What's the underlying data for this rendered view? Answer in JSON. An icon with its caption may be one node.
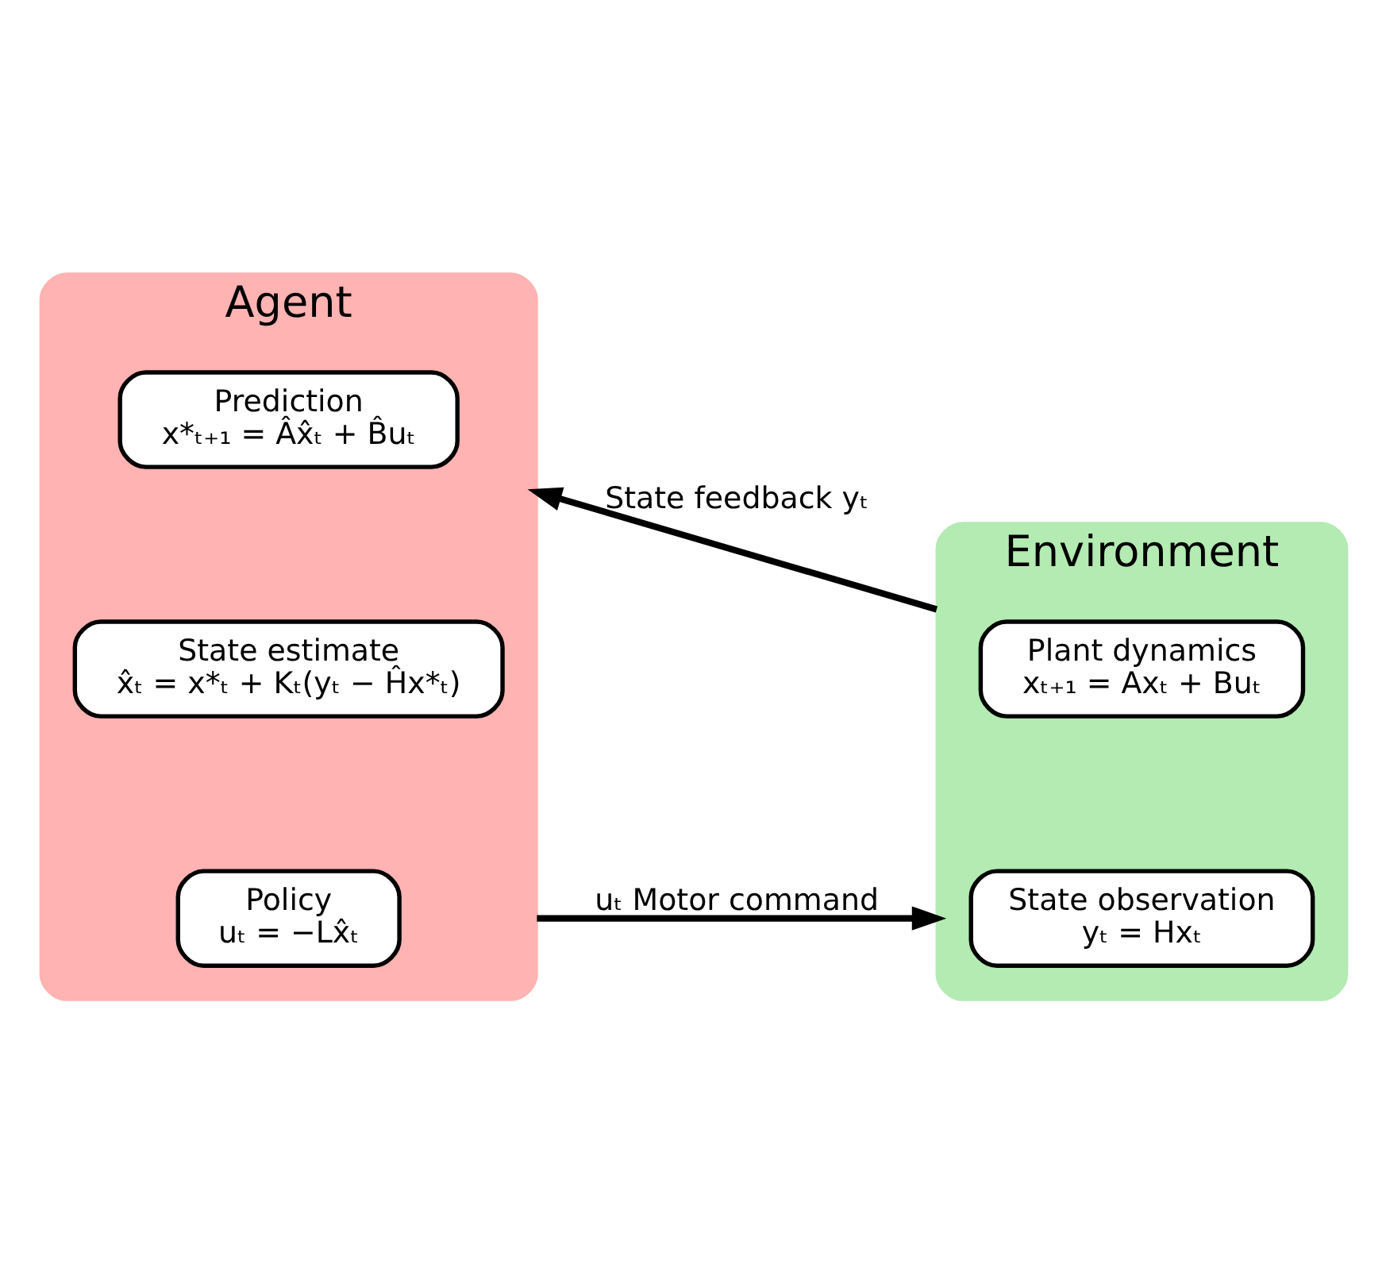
{
  "diagram": {
    "nodes": [
      {
        "text": [
          "Agent"
        ]
      },
      {
        "text": [
          "Prediction",
          "x*ₜ₊₁ = Âx̂ₜ + B̂uₜ"
        ],
        "in": 0
      },
      {
        "text": [
          "State estimate",
          "x̂ₜ = x*ₜ + Kₜ(yₜ − Ĥx*ₜ)"
        ],
        "in": 0
      },
      {
        "text": [
          "Policy",
          "uₜ = −Lx̂ₜ"
        ],
        "in": 0
      },
      {
        "text": [
          "Environment"
        ]
      },
      {
        "text": [
          "Plant dynamics",
          "xₜ₊₁ = Axₜ + Buₜ"
        ],
        "in": 4
      },
      {
        "text": [
          "State observation",
          "yₜ = Hxₜ"
        ],
        "in": 4
      }
    ],
    "edges": [
      {
        "from": 0,
        "to": 4,
        "arrow": "to",
        "label": "uₜ Motor command"
      },
      {
        "from": 4,
        "to": 0,
        "arrow": "to",
        "label": "State feedback yₜ"
      }
    ]
  }
}
